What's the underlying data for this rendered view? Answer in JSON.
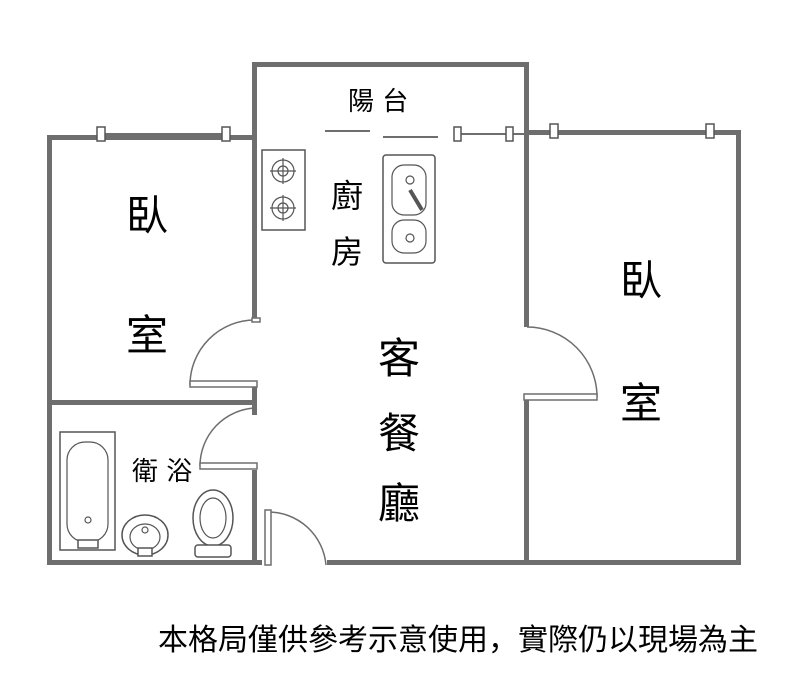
{
  "rooms": {
    "balcony": "陽 台",
    "kitchen_1": "廚",
    "kitchen_2": "房",
    "living_1": "客",
    "living_2": "餐",
    "living_3": "廳",
    "bedroom_left_1": "臥",
    "bedroom_left_2": "室",
    "bedroom_right_1": "臥",
    "bedroom_right_2": "室",
    "bathroom": "衛 浴"
  },
  "disclaimer": "本格局僅供參考示意使用，實際仍以現場為主",
  "colors": {
    "wall": "#6e6e6e",
    "fixture": "#555555",
    "background": "#ffffff",
    "text": "#000000"
  },
  "icons": [
    "stove-icon",
    "sink-icon",
    "bathtub-icon",
    "washbasin-icon",
    "toilet-icon",
    "door-icon",
    "window-icon"
  ]
}
